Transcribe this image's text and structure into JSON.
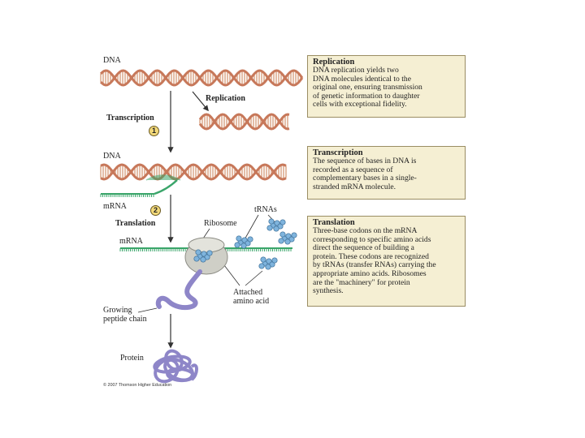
{
  "colors": {
    "dna_strand": "#c7785a",
    "dna_rungs": "#d9a181",
    "mrna": "#3aa56a",
    "ribosome": "#cfcfc7",
    "trna": "#7fb4dd",
    "peptide": "#8e86c8",
    "box_fill": "#f5efd3",
    "box_border": "#9a8d63"
  },
  "diagram": {
    "dna_top": "DNA",
    "replication": "Replication",
    "transcription": "Transcription",
    "step1": "1",
    "dna_mid": "DNA",
    "mrna_1": "mRNA",
    "step2": "2",
    "translation": "Translation",
    "ribosome": "Ribosome",
    "trnas": "tRNAs",
    "mrna_2": "mRNA",
    "attached_1": "Attached",
    "attached_2": "amino acid",
    "growing_1": "Growing",
    "growing_2": "peptide chain",
    "protein": "Protein",
    "copyright": "© 2007 Thomson Higher Education"
  },
  "boxes": {
    "replication": {
      "title": "Replication",
      "text": "DNA replication yields two\nDNA molecules identical to the\noriginal one, ensuring transmission\nof genetic information to daughter\ncells with exceptional fidelity."
    },
    "transcription": {
      "title": "Transcription",
      "text": "The sequence of bases in DNA is\nrecorded as a sequence of\ncomplementary bases in a single-\nstranded mRNA molecule."
    },
    "translation": {
      "title": "Translation",
      "text": "Three-base codons on the mRNA\ncorresponding to specific amino acids\ndirect the sequence of building a\nprotein.  These codons are recognized\nby tRNAs (transfer RNAs) carrying the\nappropriate amino acids.  Ribosomes\nare the \"machinery\" for protein\nsynthesis."
    }
  }
}
